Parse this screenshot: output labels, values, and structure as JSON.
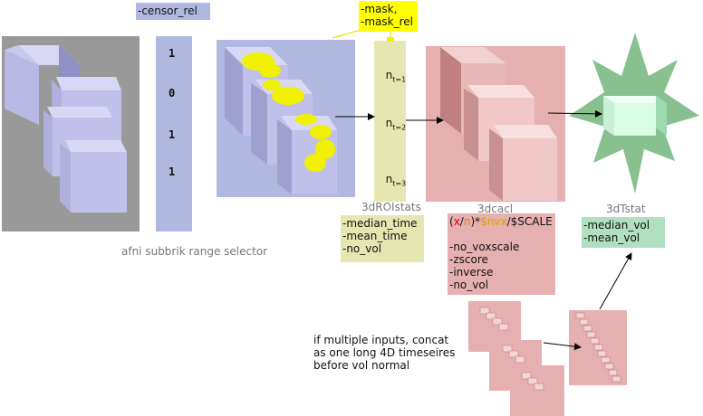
{
  "labels": {
    "censor_rel": "-censor_rel",
    "mask": "-mask,",
    "mask_rel": "-mask_rel",
    "subbrik_selector": "afni subbrik range selector",
    "roistats_title": "3dROIstats",
    "dcacl_title": "3dcacl",
    "tstat_title": "3dTstat",
    "multi_input_note_1": "if multiple inputs, concat",
    "multi_input_note_2": "as one long 4D timeseires",
    "multi_input_note_3": "before vol normal"
  },
  "censor_values": [
    "1",
    "0",
    "1",
    "1"
  ],
  "timepoints": [
    {
      "base": "n",
      "sub": "t=1"
    },
    {
      "base": "n",
      "sub": "t=2"
    },
    {
      "base": "n",
      "sub": "t=3"
    }
  ],
  "roistats_options": [
    "-median_time",
    "-mean_time",
    "-no_vol"
  ],
  "dcacl_expr": {
    "x": "x",
    "slash1": "/",
    "n": "n",
    "close": ")*",
    "nvx": "$nvx",
    "tail": "/$SCALE",
    "open": "("
  },
  "dcacl_options": [
    "-no_voxscale",
    "-zscore",
    "-inverse",
    "-no_vol"
  ],
  "tstat_options": [
    "-median_vol",
    "-mean_vol"
  ],
  "colors": {
    "grey_panel": "#999999",
    "blue_panel": "#b0b8e0",
    "yellow_col": "#e6e6b0",
    "pink_panel": "#e6b0b0",
    "green_box": "#b0e0c0",
    "star": "#88c090",
    "highlight_yellow": "#ffff00",
    "expr_red": "#e00000",
    "expr_orange": "#e0a000"
  }
}
